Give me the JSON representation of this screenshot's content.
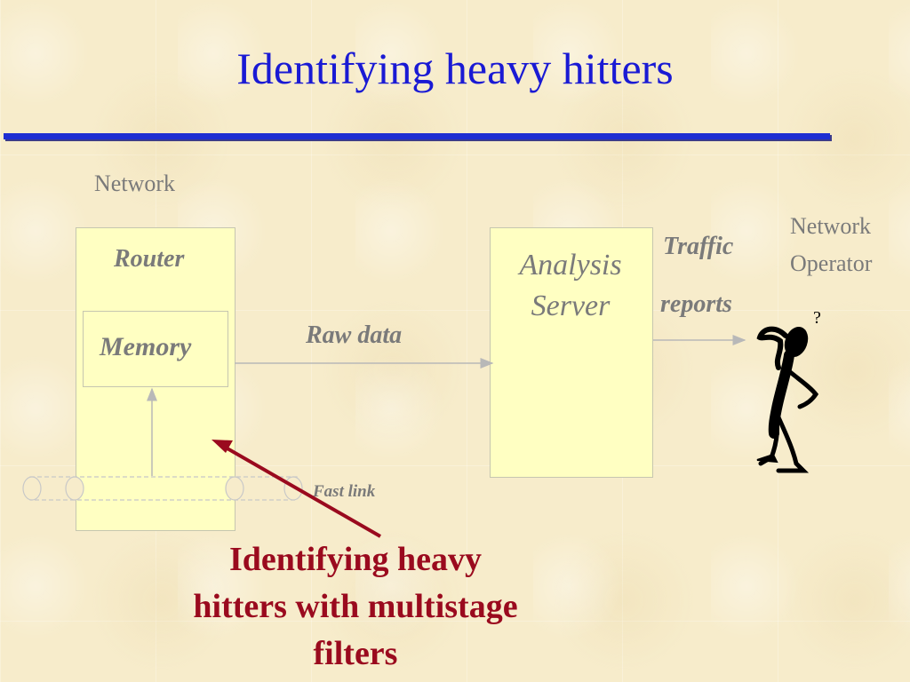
{
  "slide": {
    "title": "Identifying heavy hitters"
  },
  "diagram": {
    "network_label": "Network",
    "router_label": "Router",
    "memory_label": "Memory",
    "raw_data_label": "Raw data",
    "analysis_server_line1": "Analysis",
    "analysis_server_line2": "Server",
    "traffic_label": "Traffic",
    "reports_label": "reports",
    "operator_line1": "Network",
    "operator_line2": "Operator",
    "fast_link_label": "Fast link",
    "question_mark": "?"
  },
  "callout": {
    "line1": "Identifying heavy",
    "line2": "hitters with multistage",
    "line3": "filters"
  },
  "colors": {
    "title": "#1a1ad4",
    "rule": "#1e2ed2",
    "callout": "#9a0a1e",
    "box_fill": "#ffffc2",
    "label_gray": "#7a7a7a"
  }
}
